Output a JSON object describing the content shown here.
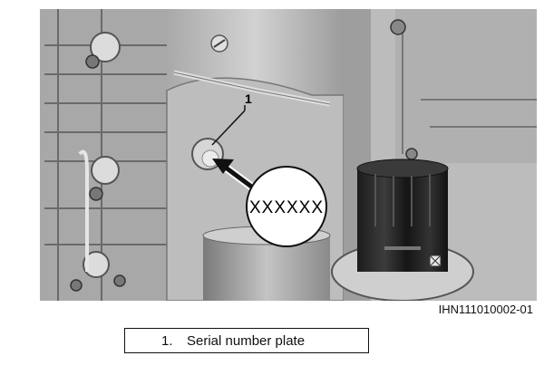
{
  "figure": {
    "callout_number": "1",
    "magnified_text": "XXXXXX",
    "image_code": "IHN111010002-01"
  },
  "legend": {
    "number": "1.",
    "label": "Serial number plate"
  }
}
